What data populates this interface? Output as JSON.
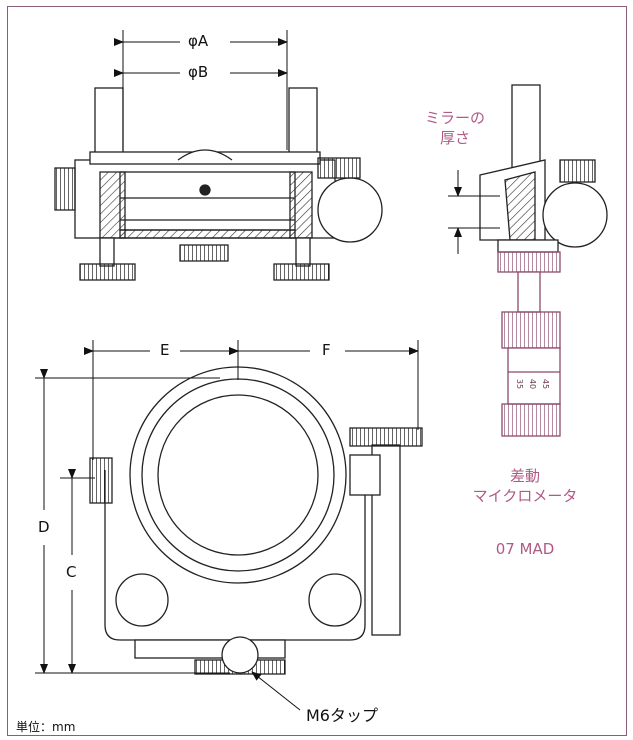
{
  "dimensions": {
    "phi_a": "φA",
    "phi_b": "φB",
    "e": "E",
    "f": "F",
    "d": "D",
    "c": "C"
  },
  "annotations": {
    "mirror_thickness_line1": "ミラーの",
    "mirror_thickness_line2": "厚さ",
    "micrometer_line1": "差動",
    "micrometer_line2": "マイクロメータ",
    "micrometer_model": "07 MAD",
    "tap_label": "M6タップ",
    "unit_label": "単位：mm",
    "scale_45": "45",
    "scale_40": "40",
    "scale_35": "35"
  },
  "colors": {
    "outline": "#222222",
    "accent": "#b05a85",
    "frame": "#8a5d7a",
    "hatch": "#333333"
  }
}
